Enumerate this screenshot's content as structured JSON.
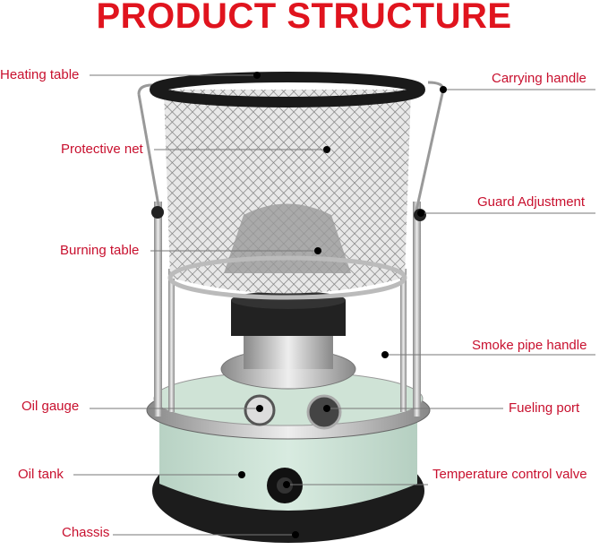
{
  "title": "PRODUCT STRUCTURE",
  "labels": {
    "heating_table": "Heating table",
    "carrying_handle": "Carrying handle",
    "protective_net": "Protective net",
    "guard_adjustment": "Guard Adjustment",
    "burning_table": "Burning table",
    "smoke_pipe_handle": "Smoke pipe handle",
    "oil_gauge": "Oil gauge",
    "fueling_port": "Fueling port",
    "oil_tank": "Oil tank",
    "temperature_control_valve": "Temperature control valve",
    "chassis": "Chassis"
  },
  "colors": {
    "label": "#c8102e",
    "title": "#e0141e",
    "tank": "#cfe3d6"
  }
}
